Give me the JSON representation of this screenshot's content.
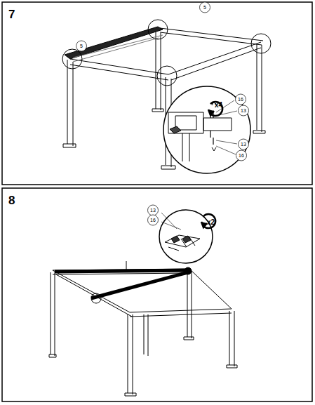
{
  "diagram": {
    "labels": [
      "7",
      "5",
      "5",
      "x4",
      "16",
      "13",
      "13",
      "16",
      "8",
      "13",
      "16",
      "x2"
    ]
  }
}
